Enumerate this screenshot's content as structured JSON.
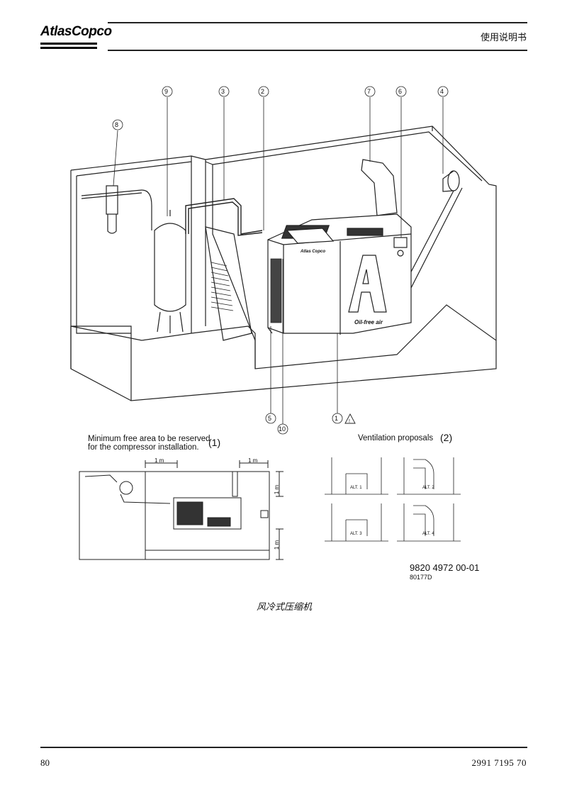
{
  "header": {
    "logo_text": "AtlasCopco",
    "title": "使用说明书"
  },
  "figure": {
    "callouts": [
      "1",
      "2",
      "3",
      "4",
      "5",
      "6",
      "7",
      "8",
      "9",
      "10"
    ],
    "warning_symbol": "!",
    "machine_text": {
      "brand": "Atlas Copco",
      "oil_free": "Oil-free air"
    },
    "min_area": {
      "label_line1": "Minimum free area to be reserved",
      "label_line2": "for the compressor installation.",
      "ref": "(1)",
      "dim_1m": "1 m"
    },
    "ventilation": {
      "label": "Ventilation proposals",
      "ref": "(2)",
      "alts": [
        "ALT. 1",
        "ALT. 2",
        "ALT. 3",
        "ALT. 4"
      ]
    },
    "part_number": "9820 4972 00-01",
    "image_id": "80177D"
  },
  "caption": "风冷式压缩机",
  "footer": {
    "page": "80",
    "doc_number": "2991 7195 70"
  }
}
